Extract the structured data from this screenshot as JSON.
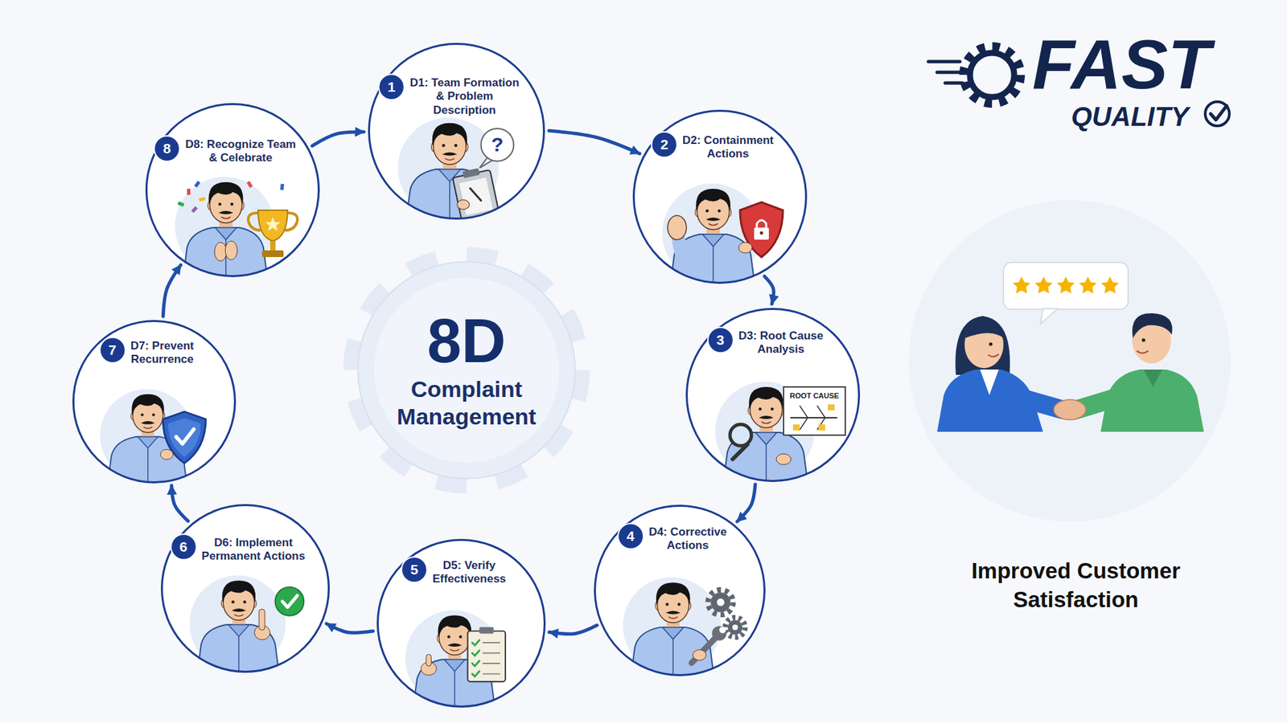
{
  "diagram": {
    "nodes": [
      {
        "text": [
          "1",
          "D1: Team Formation & Problem Description"
        ]
      },
      {
        "text": [
          "2",
          "D2: Containment Actions"
        ]
      },
      {
        "text": [
          "3",
          "D3: Root Cause Analysis"
        ]
      },
      {
        "text": [
          "4",
          "D4: Corrective Actions"
        ]
      },
      {
        "text": [
          "5",
          "D5: Verify Effectiveness"
        ]
      },
      {
        "text": [
          "6",
          "D6: Implement Permanent Actions"
        ]
      },
      {
        "text": [
          "7",
          "D7: Prevent Recurrence"
        ]
      },
      {
        "text": [
          "8",
          "D8: Recognize Team & Celebrate"
        ]
      },
      {
        "text": [
          "8D",
          "Complaint Management"
        ]
      }
    ],
    "edges": [
      {
        "from": 0,
        "to": 1,
        "arrow": "to"
      },
      {
        "from": 1,
        "to": 2,
        "arrow": "to"
      },
      {
        "from": 2,
        "to": 3,
        "arrow": "to"
      },
      {
        "from": 3,
        "to": 4,
        "arrow": "to"
      },
      {
        "from": 4,
        "to": 5,
        "arrow": "to"
      },
      {
        "from": 5,
        "to": 6,
        "arrow": "to"
      },
      {
        "from": 6,
        "to": 7,
        "arrow": "to"
      },
      {
        "from": 7,
        "to": 0,
        "arrow": "to"
      }
    ],
    "labels": [
      "FAST",
      "QUALITY",
      "Improved Customer Satisfaction",
      "?",
      "ROOT CAUSE"
    ]
  }
}
